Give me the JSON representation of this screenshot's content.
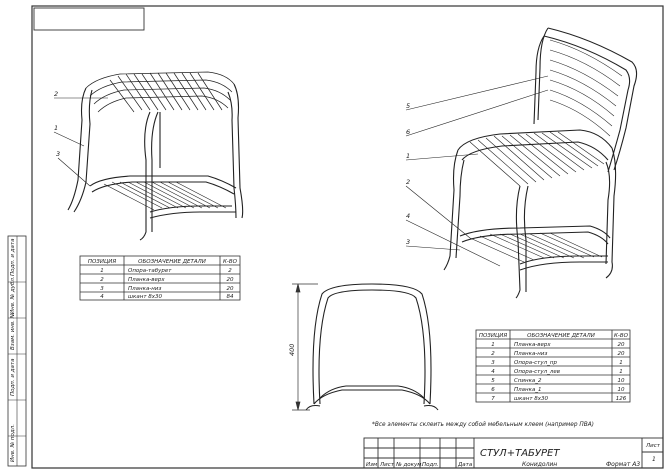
{
  "drawing": {
    "title": "СТУЛ+ТАБУРЕТ",
    "developer": "Конидолин",
    "format": "Формат А3",
    "sheet_label": "Лист",
    "sheet_number": "1",
    "dimension_height": "400",
    "note": "*Все элементы склеить между собой мебельным клеем (например ПВА)",
    "stamp_labels": [
      "Изм",
      "Лист",
      "№ докум.",
      "Подп.",
      "Дата"
    ],
    "side_labels": [
      "Подп. и дата",
      "Инв. № дубл.",
      "Взам. инв. №",
      "Подп. и дата",
      "Инв. № подл."
    ],
    "corner_box": ""
  },
  "stool": {
    "leaders": [
      "2",
      "1",
      "3"
    ],
    "table": {
      "headers": [
        "ПОЗИЦИЯ",
        "ОБОЗНАЧЕНИЕ ДЕТАЛИ",
        "К-ВО"
      ],
      "rows": [
        [
          "1",
          "Опора-табурет",
          "2"
        ],
        [
          "2",
          "Планка-верх",
          "20"
        ],
        [
          "3",
          "Планка-низ",
          "20"
        ],
        [
          "4",
          "шкант 8х30",
          "84"
        ]
      ]
    }
  },
  "chair": {
    "leaders": [
      "5",
      "6",
      "1",
      "2",
      "4",
      "3"
    ],
    "table": {
      "headers": [
        "ПОЗИЦИЯ",
        "ОБОЗНАЧЕНИЕ ДЕТАЛИ",
        "К-ВО"
      ],
      "rows": [
        [
          "1",
          "Планка-верх",
          "20"
        ],
        [
          "2",
          "Планка-низ",
          "20"
        ],
        [
          "3",
          "Опора-стул_пр",
          "1"
        ],
        [
          "4",
          "Опора-стул_лев",
          "1"
        ],
        [
          "5",
          "Спинка_2",
          "10"
        ],
        [
          "6",
          "Планка_1",
          "10"
        ],
        [
          "7",
          "шкант 8х30",
          "126"
        ]
      ]
    }
  }
}
